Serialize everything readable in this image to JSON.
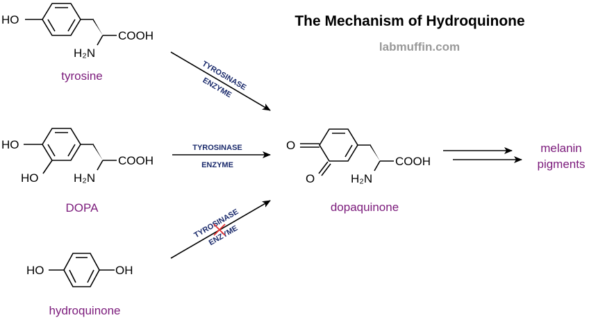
{
  "title": "The Mechanism of Hydroquinone",
  "site": "labmuffin.com",
  "colors": {
    "name_label": "#7b1a7b",
    "enzyme_label": "#1a2a6b",
    "site_label": "#999999",
    "blocked_mark": "#e53030"
  },
  "tyrosine": {
    "ho": "HO",
    "cooh": "COOH",
    "nh2": "H₂N",
    "name": "tyrosine"
  },
  "dopa": {
    "ho_top": "HO",
    "ho_bottom": "HO",
    "cooh": "COOH",
    "nh2": "H₂N",
    "name": "DOPA"
  },
  "hydroquinone": {
    "ho": "HO",
    "oh": "OH",
    "name": "hydroquinone"
  },
  "dopaquinone": {
    "o_top": "O",
    "o_bottom": "O",
    "cooh": "COOH",
    "nh2": "H₂N",
    "name": "dopaquinone"
  },
  "arrow1": {
    "line1": "TYROSINASE",
    "line2": "ENZYME"
  },
  "arrow2": {
    "line1": "TYROSINASE",
    "line2": "ENZYME"
  },
  "arrow3": {
    "line1": "TYROSINASE",
    "line2": "ENZYME",
    "blocked_icon": "red-x-icon"
  },
  "product": {
    "line1": "melanin",
    "line2": "pigments"
  }
}
